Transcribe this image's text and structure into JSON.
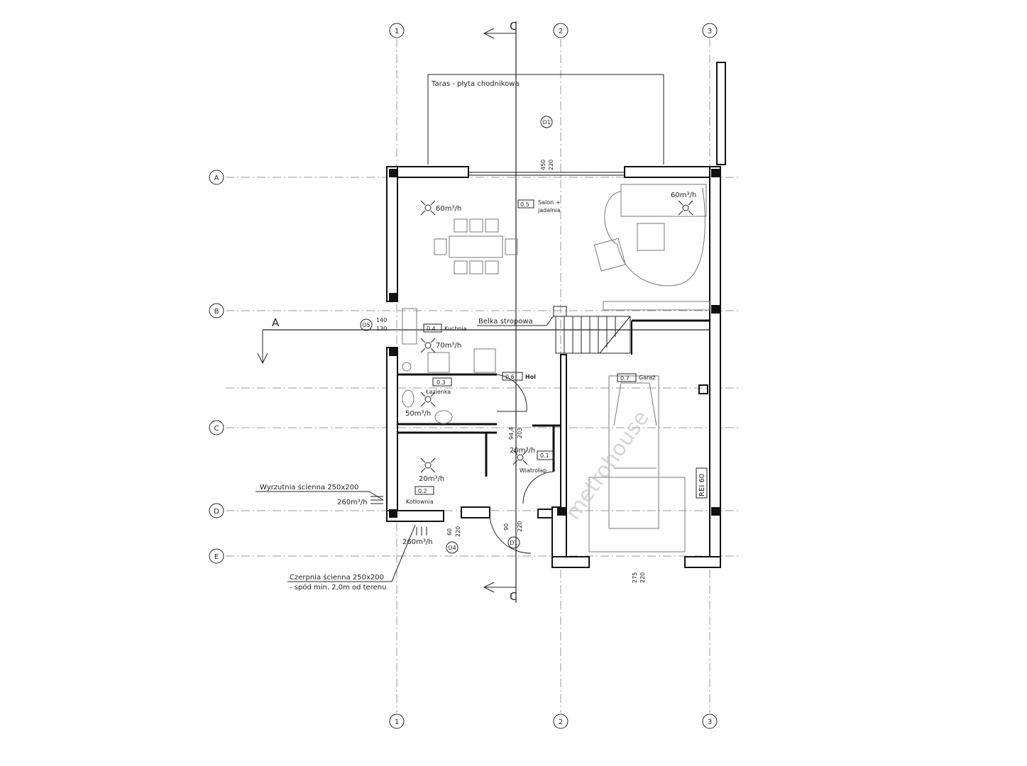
{
  "grid_axes": {
    "vertical": [
      "1",
      "2",
      "3"
    ],
    "horizontal": [
      "A",
      "B",
      "C",
      "D",
      "E"
    ]
  },
  "section_labels": {
    "c_top": "C",
    "c_bottom": "C",
    "a": "A"
  },
  "terrace_label": "Taras - płyta chodnikowa",
  "rooms": [
    {
      "num": "0.5",
      "name": "Salon +",
      "name2": "jadalnia"
    },
    {
      "num": "0.4",
      "name": "Kuchnia"
    },
    {
      "num": "0.6",
      "name": "Hol"
    },
    {
      "num": "0.3",
      "name": "Łazienka"
    },
    {
      "num": "0.7",
      "name": "Garaż"
    },
    {
      "num": "0.1",
      "name": "Wiatrołap"
    },
    {
      "num": "0.2",
      "name": "Kotłownia"
    }
  ],
  "airflows": {
    "salon_left": "60m³/h",
    "salon_right": "60m³/h",
    "kuchnia": "70m³/h",
    "lazienka": "50m³/h",
    "wiatrolap": "20m³/h",
    "kotlownia": "20m³/h",
    "wyrzutnia": "260m³/h",
    "czerpnia": "260m³/h"
  },
  "annotations": {
    "belka": "Belka stropowa",
    "wyrzutnia": "Wyrzutnia ścienna 250x200",
    "czerpnia1": "Czerpnia ścienna 250x200",
    "czerpnia2": "- spód min. 2,0m od terenu",
    "rei": "REI 60"
  },
  "markers": {
    "o1": "O1",
    "o4": "O4",
    "o5": "O5",
    "d1": "D1"
  },
  "dimensions": {
    "top_a": "450",
    "top_b": "220",
    "o5_a": "140",
    "o5_b": "130",
    "hol_a": "94,4",
    "hol_b": "203",
    "o4_a": "60",
    "o4_b": "220",
    "d1_a": "90",
    "d1_b": "220",
    "gar_a": "275",
    "gar_b": "220"
  },
  "watermark": "metrohouse"
}
